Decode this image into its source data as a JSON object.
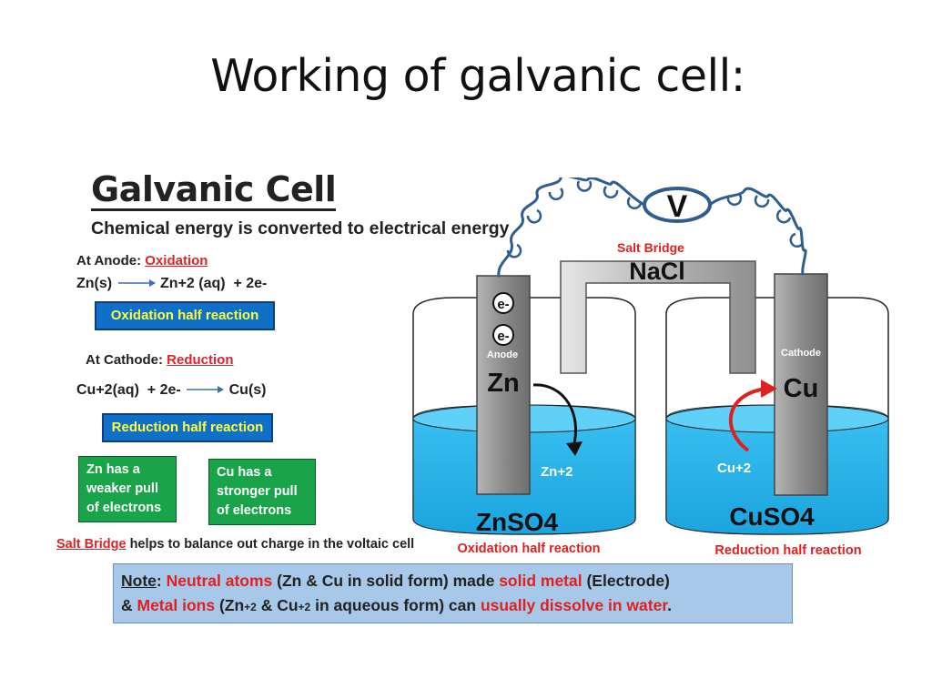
{
  "slide": {
    "title": "Working of galvanic cell:"
  },
  "left_panel": {
    "heading": "Galvanic Cell",
    "subtitle": "Chemical energy is converted to electrical energy",
    "anode": {
      "prefix": "At Anode: ",
      "process": "Oxidation",
      "eq_left": "Zn(s)",
      "eq_right": "Zn+2 (aq)  + 2e-",
      "box": "Oxidation half reaction"
    },
    "cathode": {
      "prefix": "At Cathode: ",
      "process": "Reduction",
      "eq_left": "Cu+2(aq)  + 2e-",
      "eq_right": "Cu(s)",
      "box": "Reduction half reaction"
    },
    "pull_zn": [
      "Zn has a",
      "weaker pull",
      "of electrons"
    ],
    "pull_cu": [
      "Cu has a",
      "stronger pull",
      "of electrons"
    ],
    "salt_bridge_link": "Salt Bridge",
    "salt_bridge_text": " helps to balance out charge in the voltaic cell"
  },
  "diagram": {
    "voltmeter": "V",
    "salt_bridge_label": "Salt Bridge",
    "salt": "NaCl",
    "electron": "e-",
    "anode_label": "Anode",
    "anode_metal": "Zn",
    "anode_ion": "Zn+2",
    "anode_solution": "ZnSO4",
    "anode_reaction": "Oxidation half reaction",
    "cathode_label": "Cathode",
    "cathode_metal": "Cu",
    "cathode_ion": "Cu+2",
    "cathode_solution": "CuSO4",
    "cathode_reaction": "Reduction half reaction"
  },
  "note": {
    "label": "Note",
    "p1": ": ",
    "p2": "Neutral atoms",
    "p3": " (Zn & Cu in solid form) made ",
    "p4": "solid metal",
    "p5": " (Electrode)",
    "p6": "& ",
    "p7": "Metal ions",
    "p8": " (Zn",
    "p9": "+2",
    "p10": " & Cu",
    "p11": "+2",
    "p12": " in aqueous form) can ",
    "p13": "usually dissolve in water",
    "p14": "."
  },
  "colors": {
    "solution": "#29b3ea",
    "electrode": "#8f8f8f",
    "accent_red": "#e02020",
    "box_blue": "#1070c8",
    "box_green": "#19a449",
    "note_bg": "#a8c8ea"
  }
}
